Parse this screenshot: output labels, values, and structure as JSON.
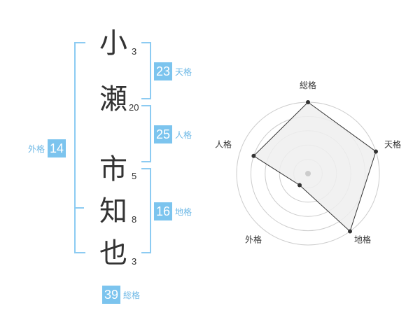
{
  "name": {
    "characters": [
      {
        "char": "小",
        "strokes": "3"
      },
      {
        "char": "瀬",
        "strokes": "20"
      },
      {
        "char": "市",
        "strokes": "5"
      },
      {
        "char": "知",
        "strokes": "8"
      },
      {
        "char": "也",
        "strokes": "3"
      }
    ]
  },
  "fortunes": {
    "tenkaku": {
      "label": "天格",
      "value": "23"
    },
    "jinkaku": {
      "label": "人格",
      "value": "25"
    },
    "chikaku": {
      "label": "地格",
      "value": "16"
    },
    "gaikaku": {
      "label": "外格",
      "value": "14"
    },
    "soukaku": {
      "label": "総格",
      "value": "39"
    }
  },
  "chart_data": {
    "type": "radar",
    "axes": [
      "総格",
      "天格",
      "地格",
      "外格",
      "人格"
    ],
    "values": [
      5,
      5,
      5,
      1,
      4
    ],
    "max": 5,
    "rings": 5,
    "colors": {
      "fill": "#eeeeee",
      "line": "#333333",
      "grid": "#cccccc",
      "center": "#cccccc"
    }
  }
}
